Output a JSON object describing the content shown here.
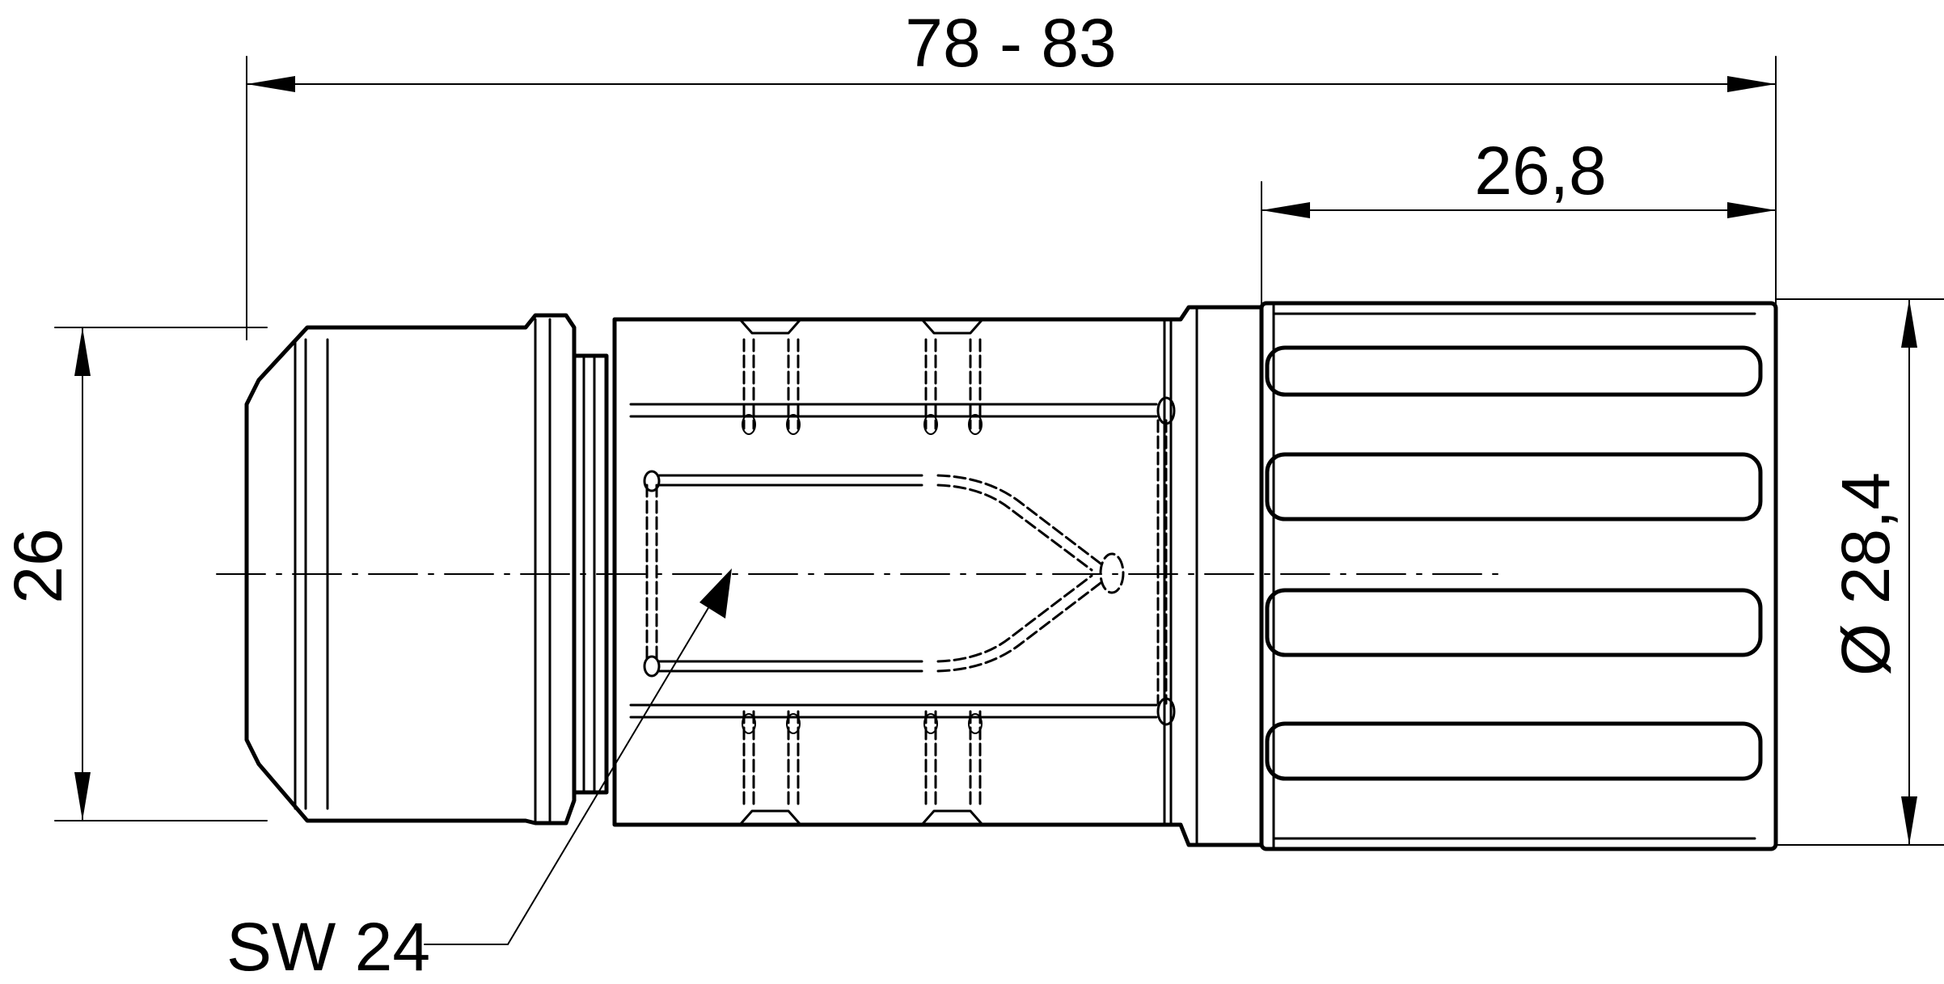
{
  "drawing": {
    "dimensions": {
      "overall_length": "78 - 83",
      "nut_length": "26,8",
      "body_height": "26",
      "nut_diameter": "Ø 28,4"
    },
    "callout": {
      "wrench_size": "SW 24"
    }
  }
}
